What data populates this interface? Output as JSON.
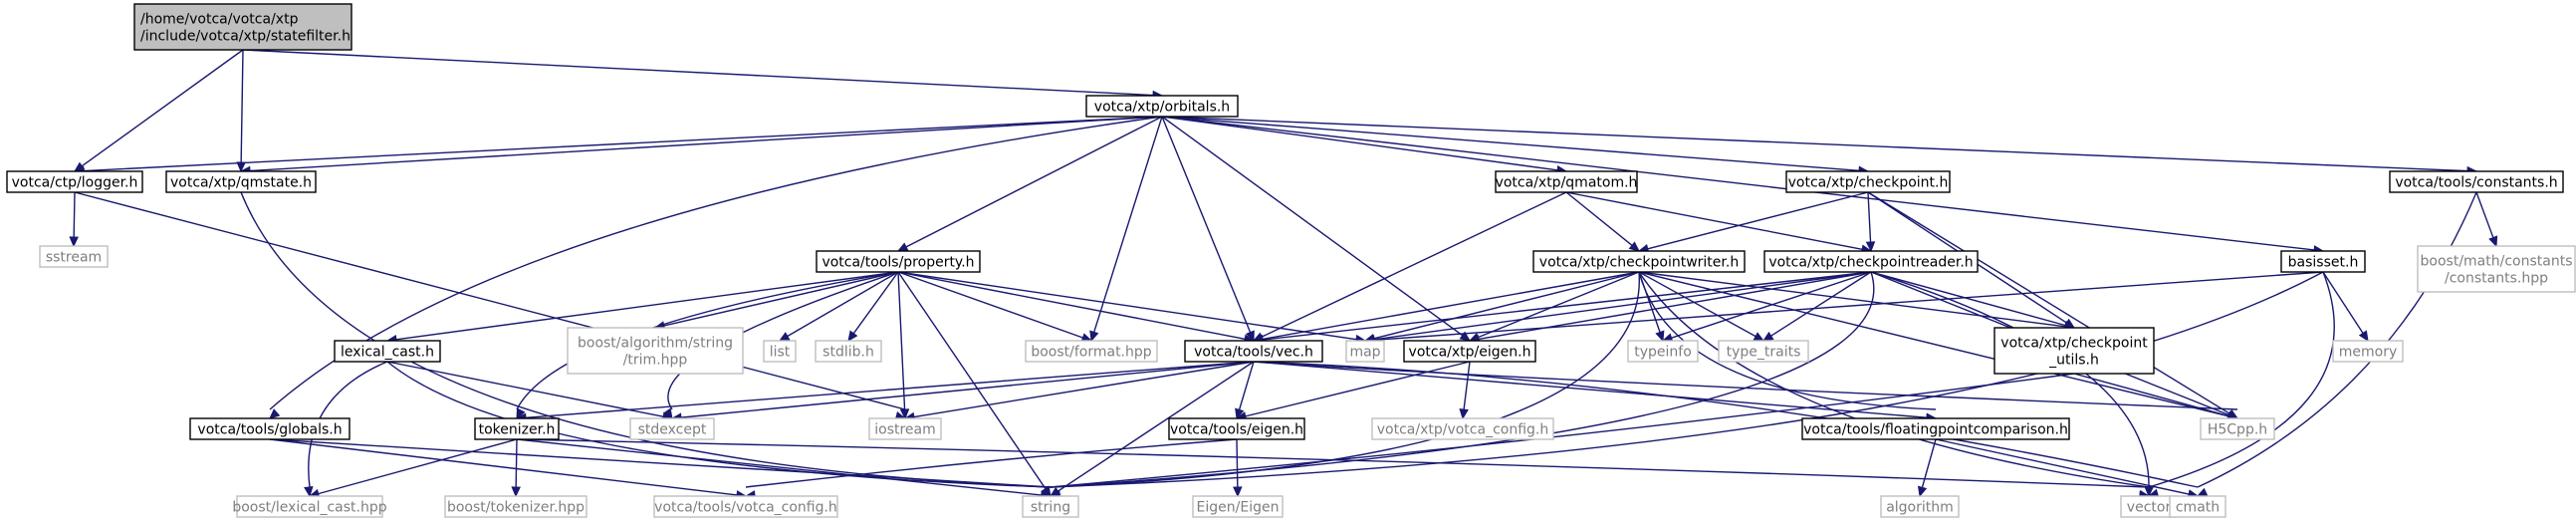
{
  "colors": {
    "root_fill": "#bfbfbf",
    "root_stroke": "#000000",
    "node_fill": "#ffffff",
    "node_stroke": "#000000",
    "external_stroke": "#bfbfbf",
    "external_text": "#7f7f7f",
    "edge": "#191970"
  },
  "nodes": {
    "root": [
      "/home/votca/votca/xtp",
      "/include/votca/xtp/statefilter.h"
    ],
    "orbitals": [
      "votca/xtp/orbitals.h"
    ],
    "logger": [
      "votca/ctp/logger.h"
    ],
    "qmstate": [
      "votca/xtp/qmstate.h"
    ],
    "qmatom": [
      "votca/xtp/qmatom.h"
    ],
    "checkpoint": [
      "votca/xtp/checkpoint.h"
    ],
    "constants": [
      "votca/tools/constants.h"
    ],
    "sstream": [
      "sstream"
    ],
    "boost_constants": [
      "boost/math/constants",
      "/constants.hpp"
    ],
    "property": [
      "votca/tools/property.h"
    ],
    "cpwriter": [
      "votca/xtp/checkpointwriter.h"
    ],
    "cpreader": [
      "votca/xtp/checkpointreader.h"
    ],
    "basisset": [
      "basisset.h"
    ],
    "lexical_cast_h": [
      "lexical_cast.h"
    ],
    "boost_trim": [
      "boost/algorithm/string",
      "/trim.hpp"
    ],
    "list": [
      "list"
    ],
    "stdlib": [
      "stdlib.h"
    ],
    "boost_format": [
      "boost/format.hpp"
    ],
    "vec": [
      "votca/tools/vec.h"
    ],
    "map": [
      "map"
    ],
    "xtp_eigen": [
      "votca/xtp/eigen.h"
    ],
    "typeinfo": [
      "typeinfo"
    ],
    "type_traits": [
      "type_traits"
    ],
    "cp_utils": [
      "votca/xtp/checkpoint",
      "_utils.h"
    ],
    "memory": [
      "memory"
    ],
    "globals": [
      "votca/tools/globals.h"
    ],
    "stdexcept": [
      "stdexcept"
    ],
    "iostream": [
      "iostream"
    ],
    "xtp_votca_config": [
      "votca/xtp/votca_config.h"
    ],
    "h5cpp": [
      "H5Cpp.h"
    ],
    "tokenizer": [
      "tokenizer.h"
    ],
    "tools_eigen": [
      "votca/tools/eigen.h"
    ],
    "fpc": [
      "votca/tools/floatingpointcomparison.h"
    ],
    "boost_lexical_cast": [
      "boost/lexical_cast.hpp"
    ],
    "boost_tokenizer": [
      "boost/tokenizer.hpp"
    ],
    "tools_votca_config": [
      "votca/tools/votca_config.h"
    ],
    "string": [
      "string"
    ],
    "eigen_eigen": [
      "Eigen/Eigen"
    ],
    "algorithm": [
      "algorithm"
    ],
    "vector": [
      "vector"
    ],
    "cmath": [
      "cmath"
    ]
  }
}
